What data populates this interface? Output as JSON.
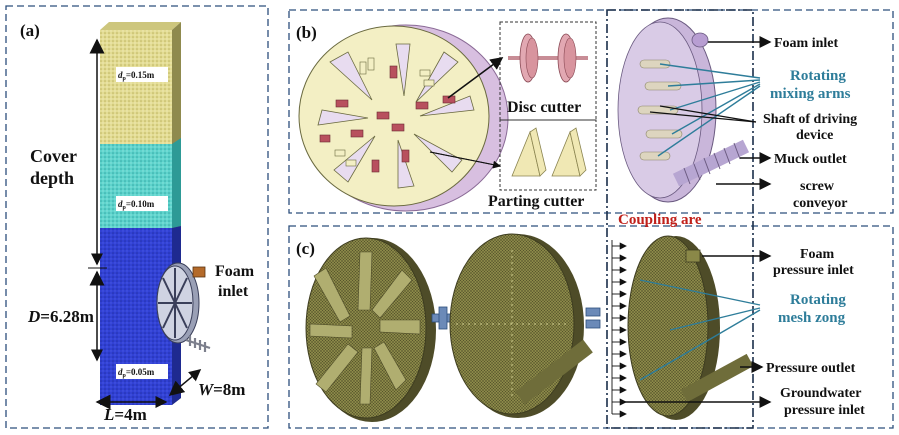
{
  "panels": {
    "a": {
      "tag": "(a)",
      "cover_depth_1": "Cover",
      "cover_depth_2": "depth",
      "layers": [
        {
          "sym": "d",
          "sub": "p",
          "value": "=0.15m",
          "color": "#dcd58a"
        },
        {
          "sym": "d",
          "sub": "p",
          "value": "=0.10m",
          "color": "#5fd0c9"
        },
        {
          "sym": "d",
          "sub": "p",
          "value": "=0.05m",
          "color": "#2f3fd0"
        }
      ],
      "foam_1": "Foam",
      "foam_2": "inlet",
      "D": {
        "sym": "D",
        "value": "=6.28m"
      },
      "W": {
        "sym": "W",
        "value": "=8m"
      },
      "L": {
        "sym": "L",
        "value": "=4m"
      }
    },
    "b": {
      "tag": "(b)",
      "disc_cutter": "Disc cutter",
      "parting_cutter": "Parting cutter",
      "labels": {
        "foam_inlet": "Foam inlet",
        "rotating_1": "Rotating",
        "rotating_2": "mixing arms",
        "shaft_1": "Shaft of driving",
        "shaft_2": "device",
        "muck_outlet": "Muck outlet",
        "screw_1": "screw",
        "screw_2": "conveyor"
      }
    },
    "c": {
      "tag": "(c)",
      "coupling": "Coupling are",
      "labels": {
        "foam_1": "Foam",
        "foam_2": "pressure inlet",
        "rot_1": "Rotating",
        "rot_2": "mesh zong",
        "pressure_outlet": "Pressure outlet",
        "gw_1": "Groundwater",
        "gw_2": "pressure inlet"
      }
    }
  },
  "colors": {
    "frame": "#2c4f7c",
    "accent": "#2e7d9a",
    "coupling": "#c0201a",
    "mesh": "#6f6d3a"
  }
}
